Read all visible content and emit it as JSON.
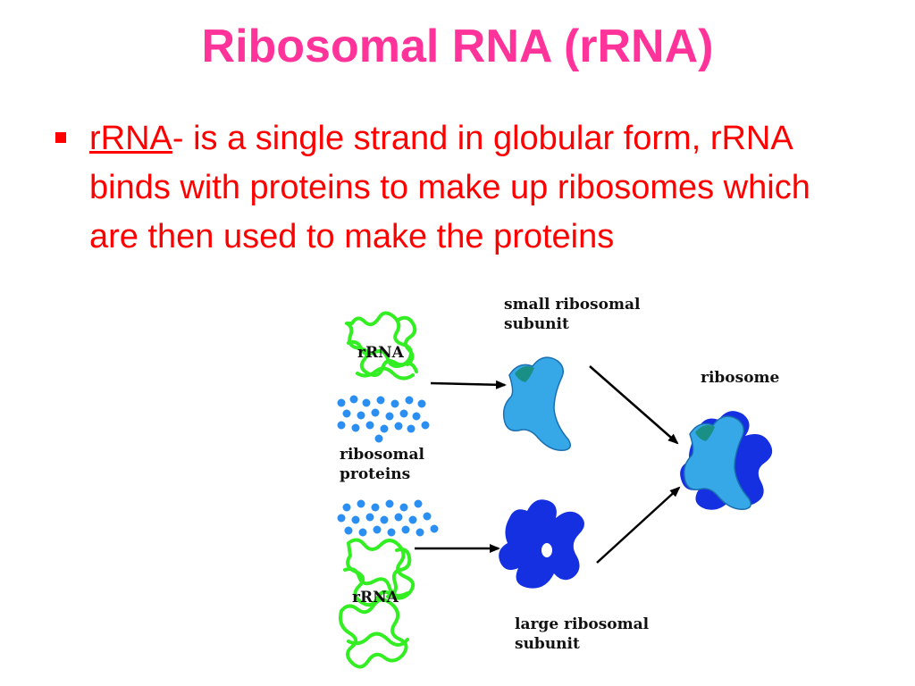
{
  "slide": {
    "title": "Ribosomal RNA (rRNA)",
    "bullet": {
      "term": "rRNA",
      "rest": "- is a single strand in globular form, rRNA binds with proteins to make up ribosomes which are then used to make the proteins"
    }
  },
  "figure": {
    "labels": {
      "rrna_top": "rRNA",
      "ribosomal_proteins": "ribosomal\nproteins",
      "rrna_bottom": "rRNA",
      "small_subunit": "small ribosomal\nsubunit",
      "large_subunit": "large ribosomal\nsubunit",
      "ribosome": "ribosome"
    },
    "icons": [
      "rrna-strand-icon",
      "protein-dots-icon",
      "small-subunit-icon",
      "large-subunit-icon",
      "ribosome-icon",
      "arrow-icon"
    ]
  },
  "colors": {
    "title": "#ff3399",
    "text": "#ff0000",
    "rrna_strand": "#33ee22",
    "protein_dots": "#2a8ff0",
    "small_subunit": "#36a8e8",
    "small_subunit_notch": "#1a8f86",
    "large_subunit": "#1530e0",
    "arrow": "#000000"
  }
}
